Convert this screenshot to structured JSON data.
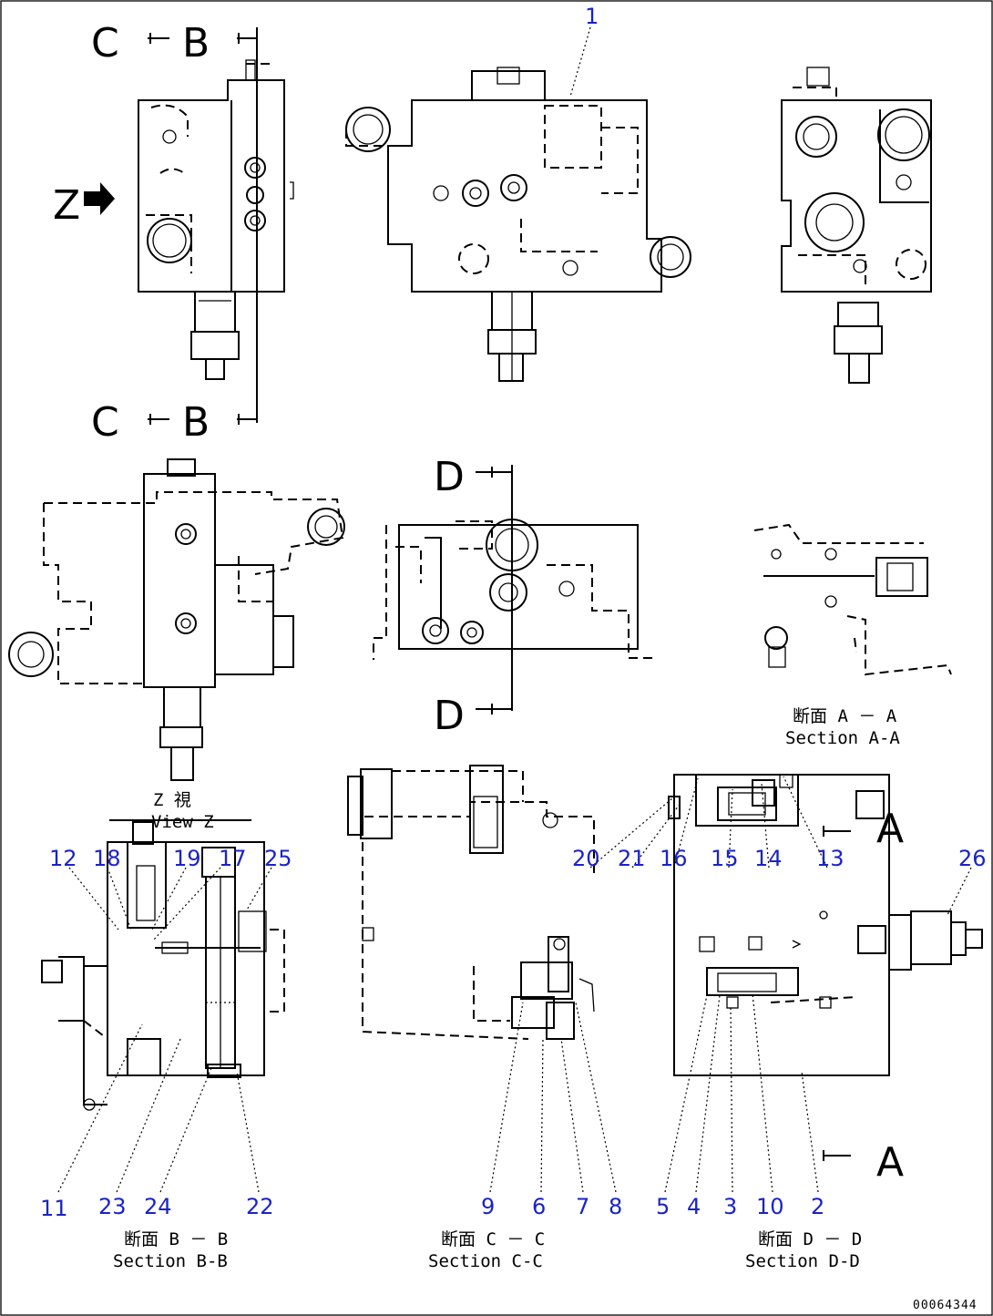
{
  "cut_letters": {
    "c_top": "C",
    "b_top": "B",
    "z_arrow": "Z",
    "c_bottom": "C",
    "b_bottom": "B",
    "d_top": "D",
    "d_bottom": "D",
    "a_top": "A",
    "a_bottom": "A"
  },
  "captions": {
    "view_z_jp": "Z 視",
    "view_z_en": "View Z",
    "section_aa_jp": "断面 A － A",
    "section_aa_en": "Section A-A",
    "section_bb_jp": "断面 B － B",
    "section_bb_en": "Section B-B",
    "section_cc_jp": "断面 C － C",
    "section_cc_en": "Section C-C",
    "section_dd_jp": "断面 D － D",
    "section_dd_en": "Section D-D"
  },
  "part_numbers": {
    "p1": "1",
    "p12": "12",
    "p18": "18",
    "p19": "19",
    "p17": "17",
    "p25": "25",
    "p11": "11",
    "p23": "23",
    "p24": "24",
    "p22": "22",
    "p9": "9",
    "p6": "6",
    "p7": "7",
    "p8": "8",
    "p20": "20",
    "p21": "21",
    "p16": "16",
    "p15": "15",
    "p14": "14",
    "p13": "13",
    "p26": "26",
    "p5": "5",
    "p4": "4",
    "p3": "3",
    "p10": "10",
    "p2": "2"
  },
  "doc_id": "00064344"
}
